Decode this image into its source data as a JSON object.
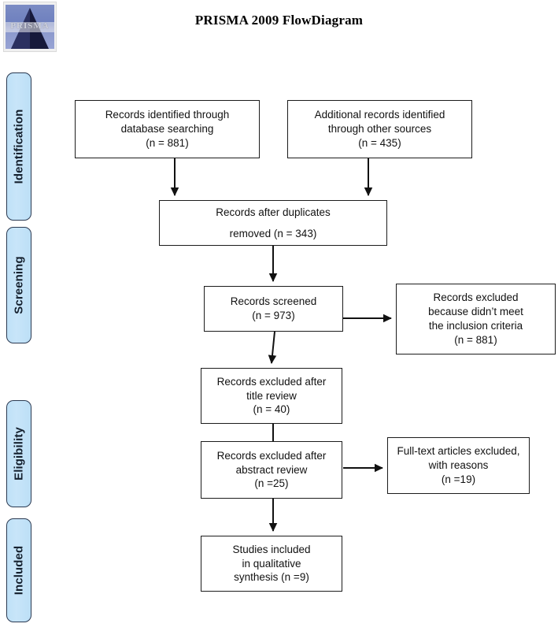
{
  "page": {
    "title": "PRISMA 2009 FlowDiagram",
    "logo_text": "PRISMA",
    "logo_name": "prisma-logo"
  },
  "stages": [
    {
      "label": "Identification"
    },
    {
      "label": "Screening"
    },
    {
      "label": "Eligibility"
    },
    {
      "label": "Included"
    }
  ],
  "nodes": {
    "identified_database": {
      "line1": "Records identified through",
      "line2": "database searching",
      "line3": "(n = 881)"
    },
    "identified_other": {
      "line1": "Additional records identified",
      "line2": "through other sources",
      "line3": "(n = 435)"
    },
    "duplicates_removed": {
      "line1": "Records after duplicates",
      "line2": "removed (n = 343)"
    },
    "records_screened": {
      "line1": "Records screened",
      "line2": "(n = 973)"
    },
    "records_excluded_criteria": {
      "line1": "Records excluded",
      "line2": "because didn’t meet",
      "line3": "the inclusion criteria",
      "line4": "(n = 881)"
    },
    "excluded_title_review": {
      "line1": "Records excluded after",
      "line2": "title review",
      "line3": "(n = 40)"
    },
    "excluded_abstract_review": {
      "line1": "Records excluded after",
      "line2": "abstract review",
      "line3": "(n =25)"
    },
    "fulltext_excluded": {
      "line1": "Full-text articles excluded,",
      "line2": "with reasons",
      "line3": "(n =19)"
    },
    "studies_included": {
      "line1": "Studies included",
      "line2": "in qualitative",
      "line3": "synthesis (n =9)"
    }
  },
  "colors": {
    "stage_fill": "#c4e3f8",
    "stage_border": "#2b3a52",
    "box_border": "#1c1c1c",
    "connector": "#111111",
    "background": "#ffffff"
  },
  "chart_data": {
    "type": "diagram",
    "title": "PRISMA 2009 FlowDiagram",
    "counts": {
      "records_identified_database_searching": 881,
      "additional_records_other_sources": 435,
      "records_after_duplicates_removed": 343,
      "records_screened": 973,
      "records_excluded_not_meeting_inclusion_criteria": 881,
      "records_excluded_after_title_review": 40,
      "records_excluded_after_abstract_review": 25,
      "fulltext_articles_excluded_with_reasons": 19,
      "studies_included_in_qualitative_synthesis": 9
    },
    "stages": [
      "Identification",
      "Screening",
      "Eligibility",
      "Included"
    ],
    "edges": [
      [
        "identified_database",
        "duplicates_removed"
      ],
      [
        "identified_other",
        "duplicates_removed"
      ],
      [
        "duplicates_removed",
        "records_screened"
      ],
      [
        "records_screened",
        "records_excluded_criteria"
      ],
      [
        "records_screened",
        "excluded_title_review"
      ],
      [
        "excluded_title_review",
        "excluded_abstract_review"
      ],
      [
        "excluded_abstract_review",
        "fulltext_excluded"
      ],
      [
        "excluded_abstract_review",
        "studies_included"
      ]
    ]
  }
}
